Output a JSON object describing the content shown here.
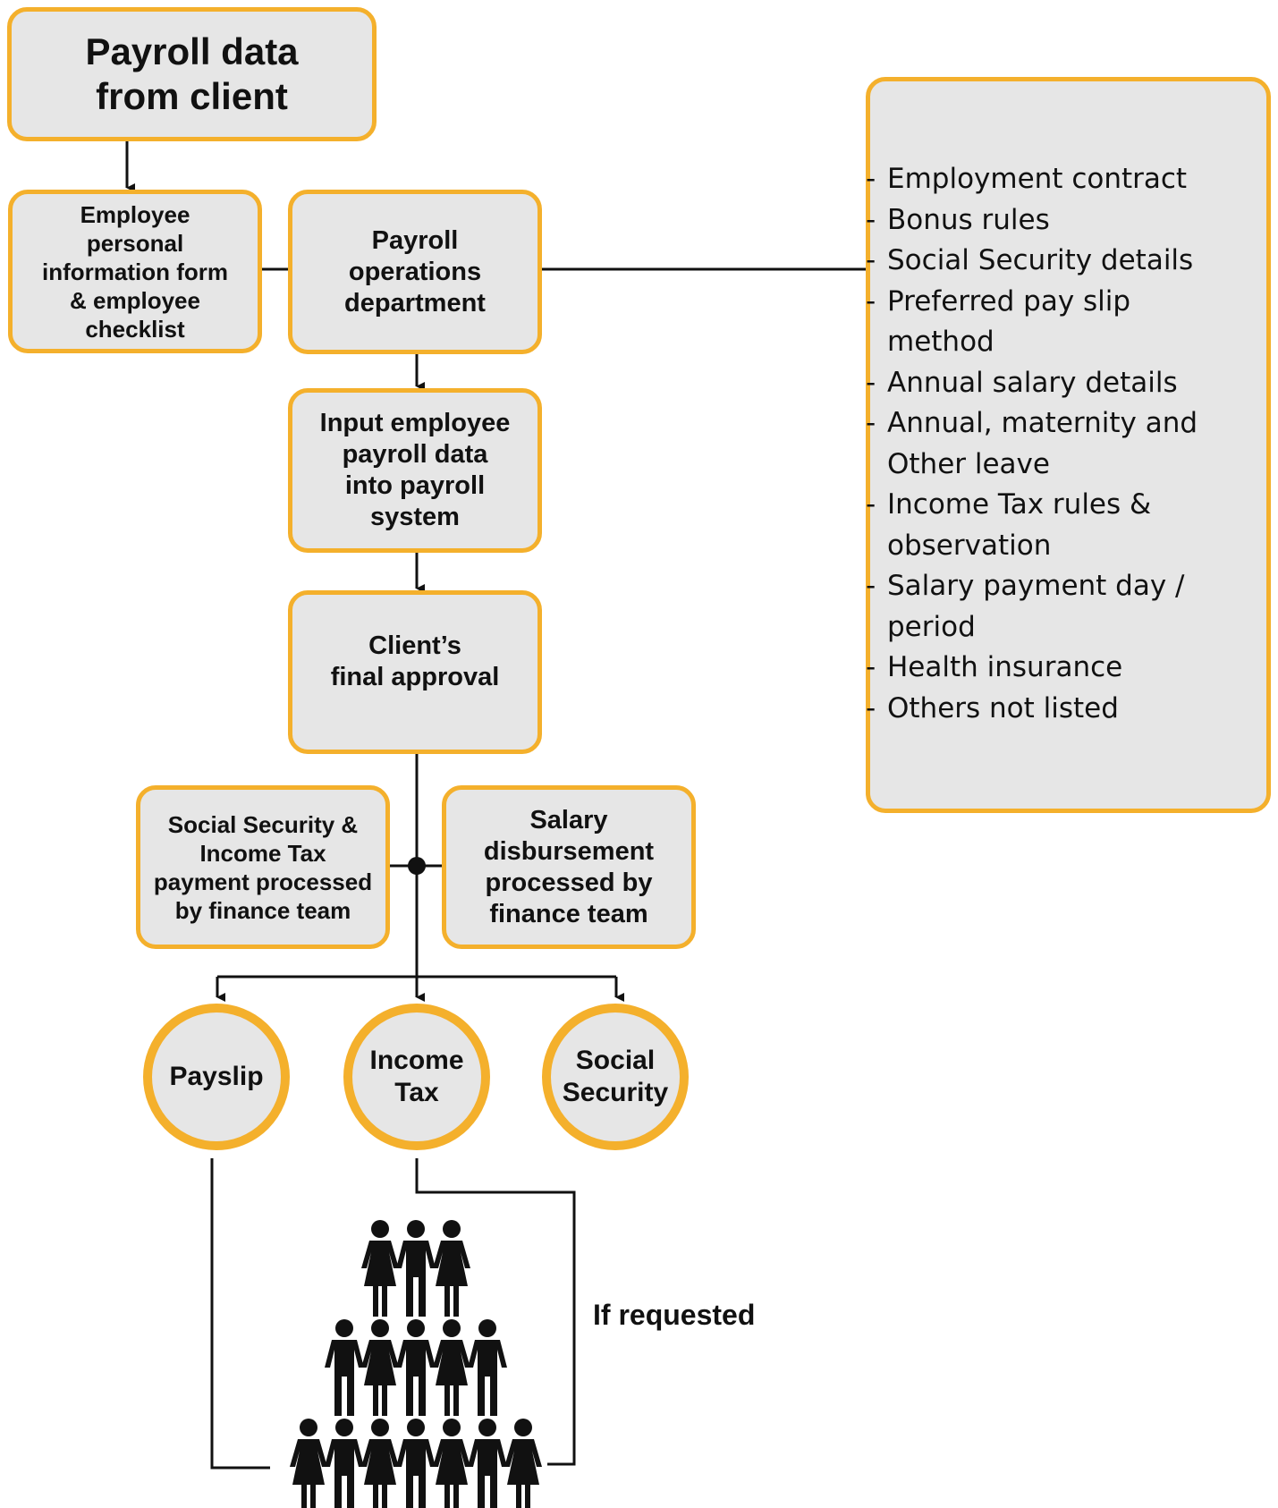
{
  "boxes": {
    "source": "Payroll data\nfrom client",
    "employee_form": "Employee\npersonal\ninformation form\n& employee\nchecklist",
    "payroll_ops": "Payroll\noperations\ndepartment",
    "input_data": "Input employee\npayroll data\ninto payroll\nsystem",
    "approval": "Client’s\nfinal approval",
    "ss_tax_payment": "Social Security &\nIncome Tax\npayment processed\nby finance team",
    "salary_disbursement": "Salary\ndisbursement\nprocessed by\nfinance team"
  },
  "outputs": {
    "payslip": "Payslip",
    "income_tax": "Income\nTax",
    "social_security": "Social\nSecurity"
  },
  "checklist": [
    {
      "dash": "-",
      "text": "Employment contract"
    },
    {
      "dash": "-",
      "text": "Bonus rules"
    },
    {
      "dash": "-",
      "text": "Social Security details"
    },
    {
      "dash": "-",
      "text": "Preferred pay slip\nmethod"
    },
    {
      "dash": "-",
      "text": "Annual salary details"
    },
    {
      "dash": "-",
      "text": "Annual, maternity and\nOther leave"
    },
    {
      "dash": "-",
      "text": "Income Tax rules &\nobservation"
    },
    {
      "dash": "-",
      "text": "Salary payment day /\nperiod"
    },
    {
      "dash": "-",
      "text": "Health insurance"
    },
    {
      "dash": "-",
      "text": "Others not listed"
    }
  ],
  "if_requested": "If requested",
  "colors": {
    "accent": "#f4b02c",
    "fill": "#e6e6e6",
    "line": "#111111"
  },
  "icons": [
    "employees-group-icon"
  ]
}
